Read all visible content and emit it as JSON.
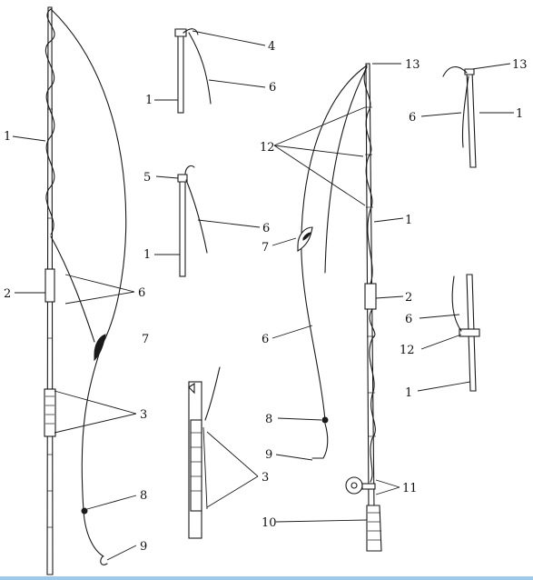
{
  "labels": {
    "l1a": "1",
    "l2a": "2",
    "l6a": "6",
    "l7a": "7",
    "l3a": "3",
    "l8a": "8",
    "l9a": "9",
    "l4b": "4",
    "l1b": "1",
    "l6b": "6",
    "l5c": "5",
    "l6c": "6",
    "l1c": "1",
    "l3d": "3",
    "l13e": "13",
    "l12e": "12",
    "l1e": "1",
    "l7e": "7",
    "l2e": "2",
    "l6e": "6",
    "l8e": "8",
    "l9e": "9",
    "l11e": "11",
    "l10e": "10",
    "l13f": "13",
    "l6f": "6",
    "l1f": "1",
    "l6g": "6",
    "l12g": "12",
    "l1g": "1"
  },
  "colors": {
    "ink": "#1a1a1a",
    "paper": "#ffffff",
    "bar": "#9ec9e8"
  }
}
